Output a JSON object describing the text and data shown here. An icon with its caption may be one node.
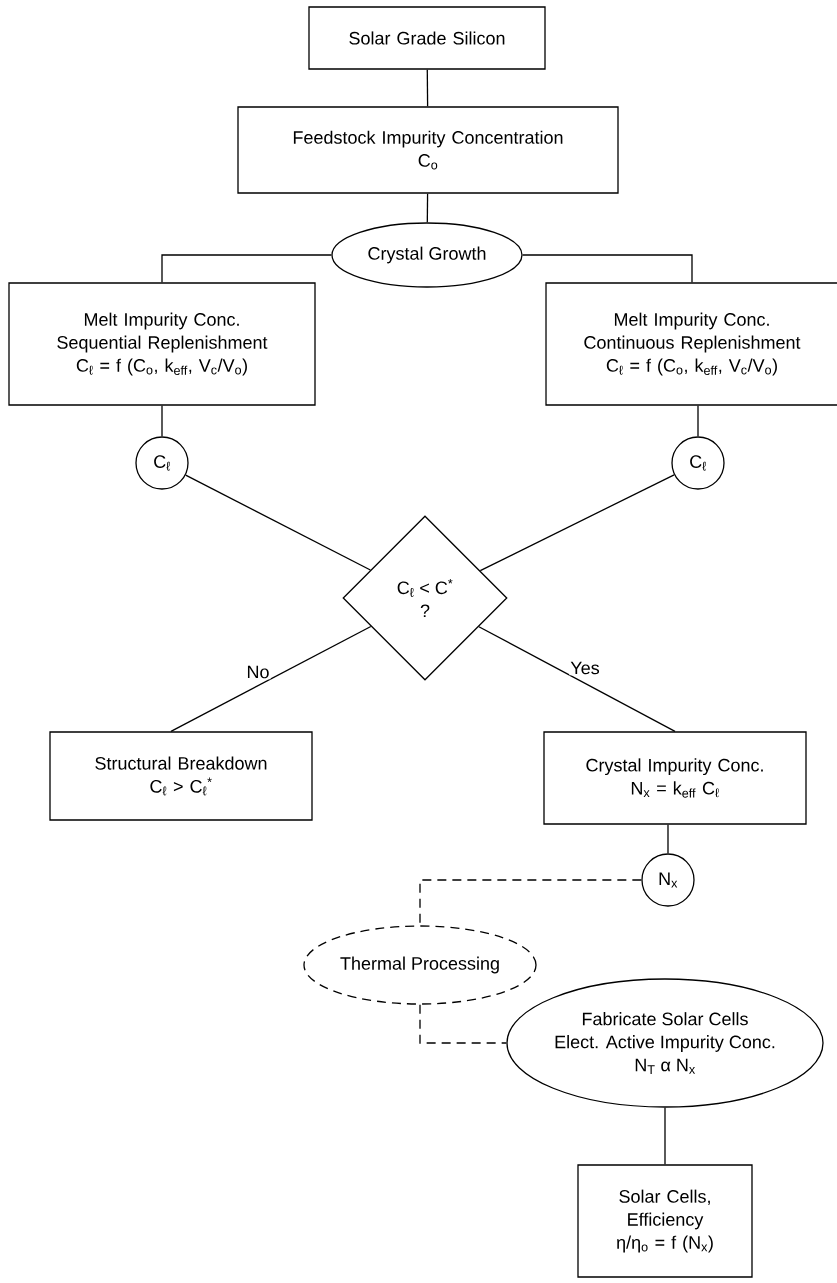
{
  "diagram": {
    "nodes": [
      {
        "text": [
          "Solar Grade Silicon"
        ]
      },
      {
        "text": [
          "Feedstock Impurity Concentration",
          "C$_{o}$"
        ]
      },
      {
        "text": [
          "Crystal Growth"
        ]
      },
      {
        "text": [
          "Melt Impurity Conc.",
          "Sequential Replenishment",
          "C$_{ℓ}$ = f (C$_{o}$, k$_{eff}$, V$_{c}$/V$_{o}$)"
        ]
      },
      {
        "text": [
          "Melt Impurity Conc.",
          "Continuous Replenishment",
          "C$_{ℓ}$ = f (C$_{o}$, k$_{eff}$, V$_{c}$/V$_{o}$)"
        ]
      },
      {
        "text": [
          "C$_{ℓ}$"
        ]
      },
      {
        "text": [
          "C$_{ℓ}$"
        ]
      },
      {
        "text": [
          "C$_{ℓ}$ < C$^{*}$",
          "?"
        ]
      },
      {
        "text": [
          "Structural Breakdown",
          "C$_{ℓ}$ > C$_{ℓ}$$^{*}$"
        ]
      },
      {
        "text": [
          "Crystal Impurity Conc.",
          "N$_{x}$ = k$_{eff}$ C$_{ℓ}$"
        ]
      },
      {
        "text": [
          "N$_{x}$"
        ]
      },
      {
        "text": [
          "Thermal Processing"
        ]
      },
      {
        "text": [
          "Fabricate Solar Cells",
          "Elect. Active Impurity Conc.",
          "N$_{T}$ α N$_{x}$"
        ]
      },
      {
        "text": [
          "Solar Cells, Efficiency",
          "η/η$_{o}$ = f (N$_{x}$)"
        ]
      }
    ],
    "edges": [
      {
        "from": 0,
        "to": 1,
        "arrow": "none"
      },
      {
        "from": 1,
        "to": 2,
        "arrow": "none"
      },
      {
        "from": 2,
        "to": 3,
        "arrow": "none"
      },
      {
        "from": 2,
        "to": 4,
        "arrow": "none"
      },
      {
        "from": 3,
        "to": 5,
        "arrow": "none"
      },
      {
        "from": 4,
        "to": 6,
        "arrow": "none"
      },
      {
        "from": 5,
        "to": 7,
        "arrow": "none"
      },
      {
        "from": 6,
        "to": 7,
        "arrow": "none"
      },
      {
        "from": 7,
        "to": 8,
        "arrow": "none",
        "label": "No"
      },
      {
        "from": 7,
        "to": 9,
        "arrow": "none",
        "label": "Yes"
      },
      {
        "from": 9,
        "to": 10,
        "arrow": "none"
      },
      {
        "from": 10,
        "to": 11,
        "arrow": "none",
        "style": "dashed"
      },
      {
        "from": 11,
        "to": 12,
        "arrow": "none",
        "style": "dashed"
      },
      {
        "from": 12,
        "to": 13,
        "arrow": "none"
      }
    ]
  }
}
